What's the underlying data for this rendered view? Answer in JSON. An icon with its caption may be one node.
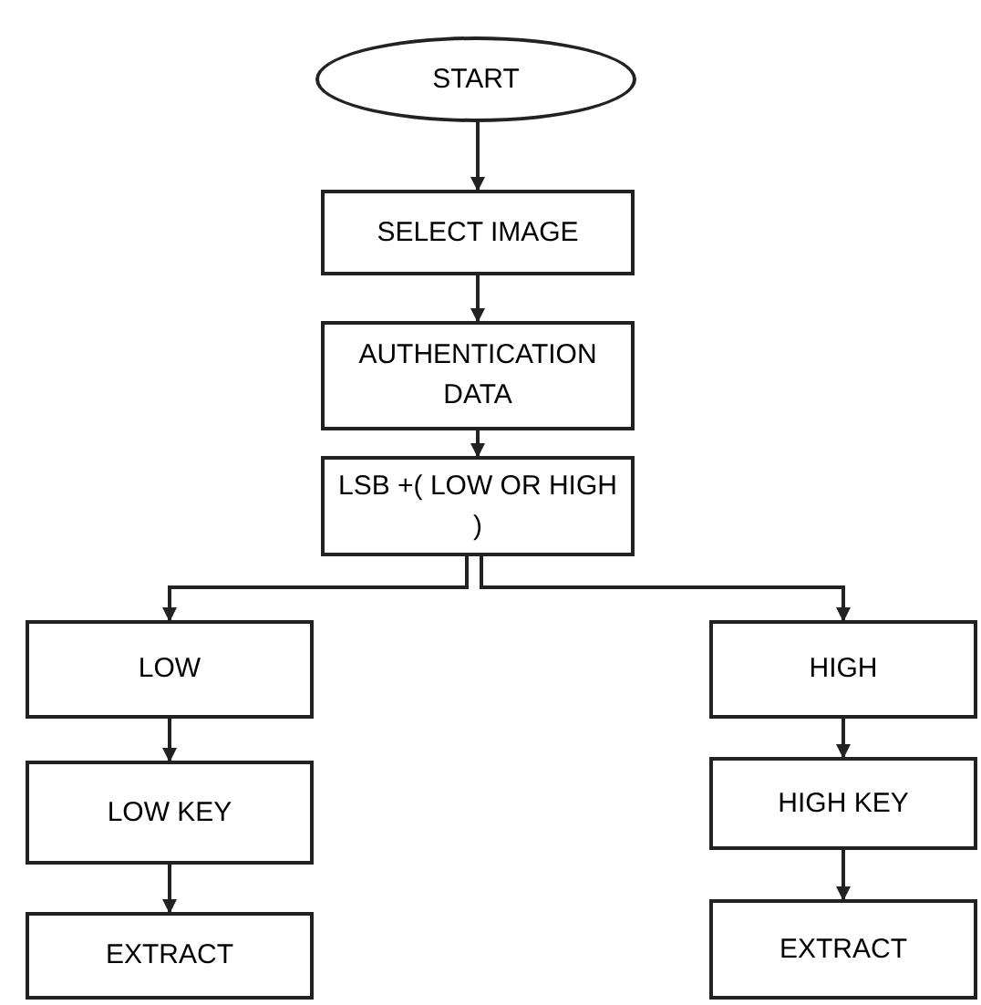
{
  "diagram": {
    "nodes": [
      {
        "text": [
          "START"
        ]
      },
      {
        "text": [
          "SELECT IMAGE"
        ]
      },
      {
        "text": [
          "AUTHENTICATION DATA"
        ]
      },
      {
        "text": [
          "LSB +( LOW  OR HIGH )"
        ]
      },
      {
        "text": [
          "LOW"
        ]
      },
      {
        "text": [
          "LOW KEY"
        ]
      },
      {
        "text": [
          "EXTRACT"
        ]
      },
      {
        "text": [
          "HIGH"
        ]
      },
      {
        "text": [
          "HIGH KEY"
        ]
      },
      {
        "text": [
          "EXTRACT"
        ]
      }
    ],
    "edges": [
      {
        "from": 0,
        "to": 1,
        "arrow": "to"
      },
      {
        "from": 1,
        "to": 2,
        "arrow": "to"
      },
      {
        "from": 2,
        "to": 3,
        "arrow": "to"
      },
      {
        "from": 3,
        "to": 4,
        "arrow": "to"
      },
      {
        "from": 3,
        "to": 7,
        "arrow": "to"
      },
      {
        "from": 4,
        "to": 5,
        "arrow": "to"
      },
      {
        "from": 5,
        "to": 6,
        "arrow": "to"
      },
      {
        "from": 7,
        "to": 8,
        "arrow": "to"
      },
      {
        "from": 8,
        "to": 9,
        "arrow": "to"
      }
    ]
  }
}
